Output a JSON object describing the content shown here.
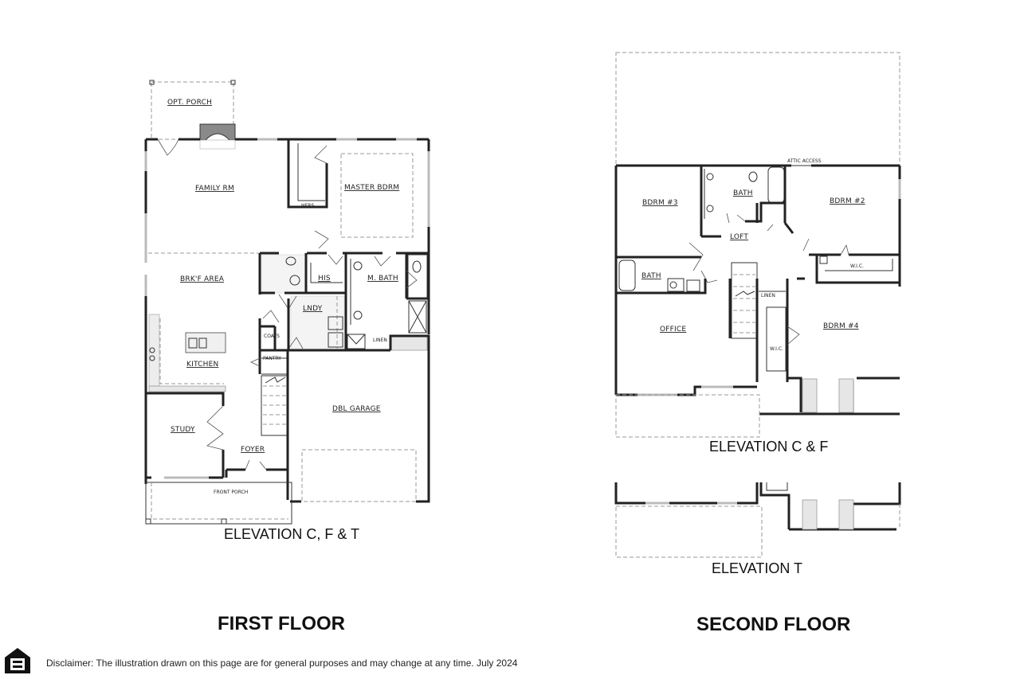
{
  "first_floor": {
    "title": "FIRST FLOOR",
    "elevation_label": "ELEVATION C, F & T",
    "rooms": {
      "opt_porch": "OPT. PORCH",
      "family_rm": "FAMILY RM",
      "hers": "HERS",
      "master_bdrm": "MASTER BDRM",
      "brkf_area": "BRK'F AREA",
      "his": "HIS",
      "m_bath": "M. BATH",
      "lndy": "LNDY",
      "coats": "COATS",
      "pantry": "PANTRY",
      "linen": "LINEN",
      "kitchen": "KITCHEN",
      "dbl_garage": "DBL GARAGE",
      "study": "STUDY",
      "foyer": "FOYER",
      "front_porch": "FRONT PORCH"
    }
  },
  "second_floor": {
    "title": "SECOND FLOOR",
    "elevation_cf_label": "ELEVATION C & F",
    "elevation_t_label": "ELEVATION T",
    "rooms": {
      "attic_access": "ATTIC ACCESS",
      "bdrm3": "BDRM #3",
      "bath_upper": "BATH",
      "bdrm2": "BDRM #2",
      "loft": "LOFT",
      "bath_lower": "BATH",
      "wic_bdrm2": "W.I.C.",
      "linen": "LINEN",
      "office": "OFFICE",
      "bdrm4": "BDRM #4",
      "wic_bdrm4": "W.I.C."
    }
  },
  "footer": {
    "logo": "equal-housing-opportunity-icon",
    "disclaimer": "Disclaimer: The illustration drawn on this page are for general purposes and may change at any time. July 2024"
  }
}
